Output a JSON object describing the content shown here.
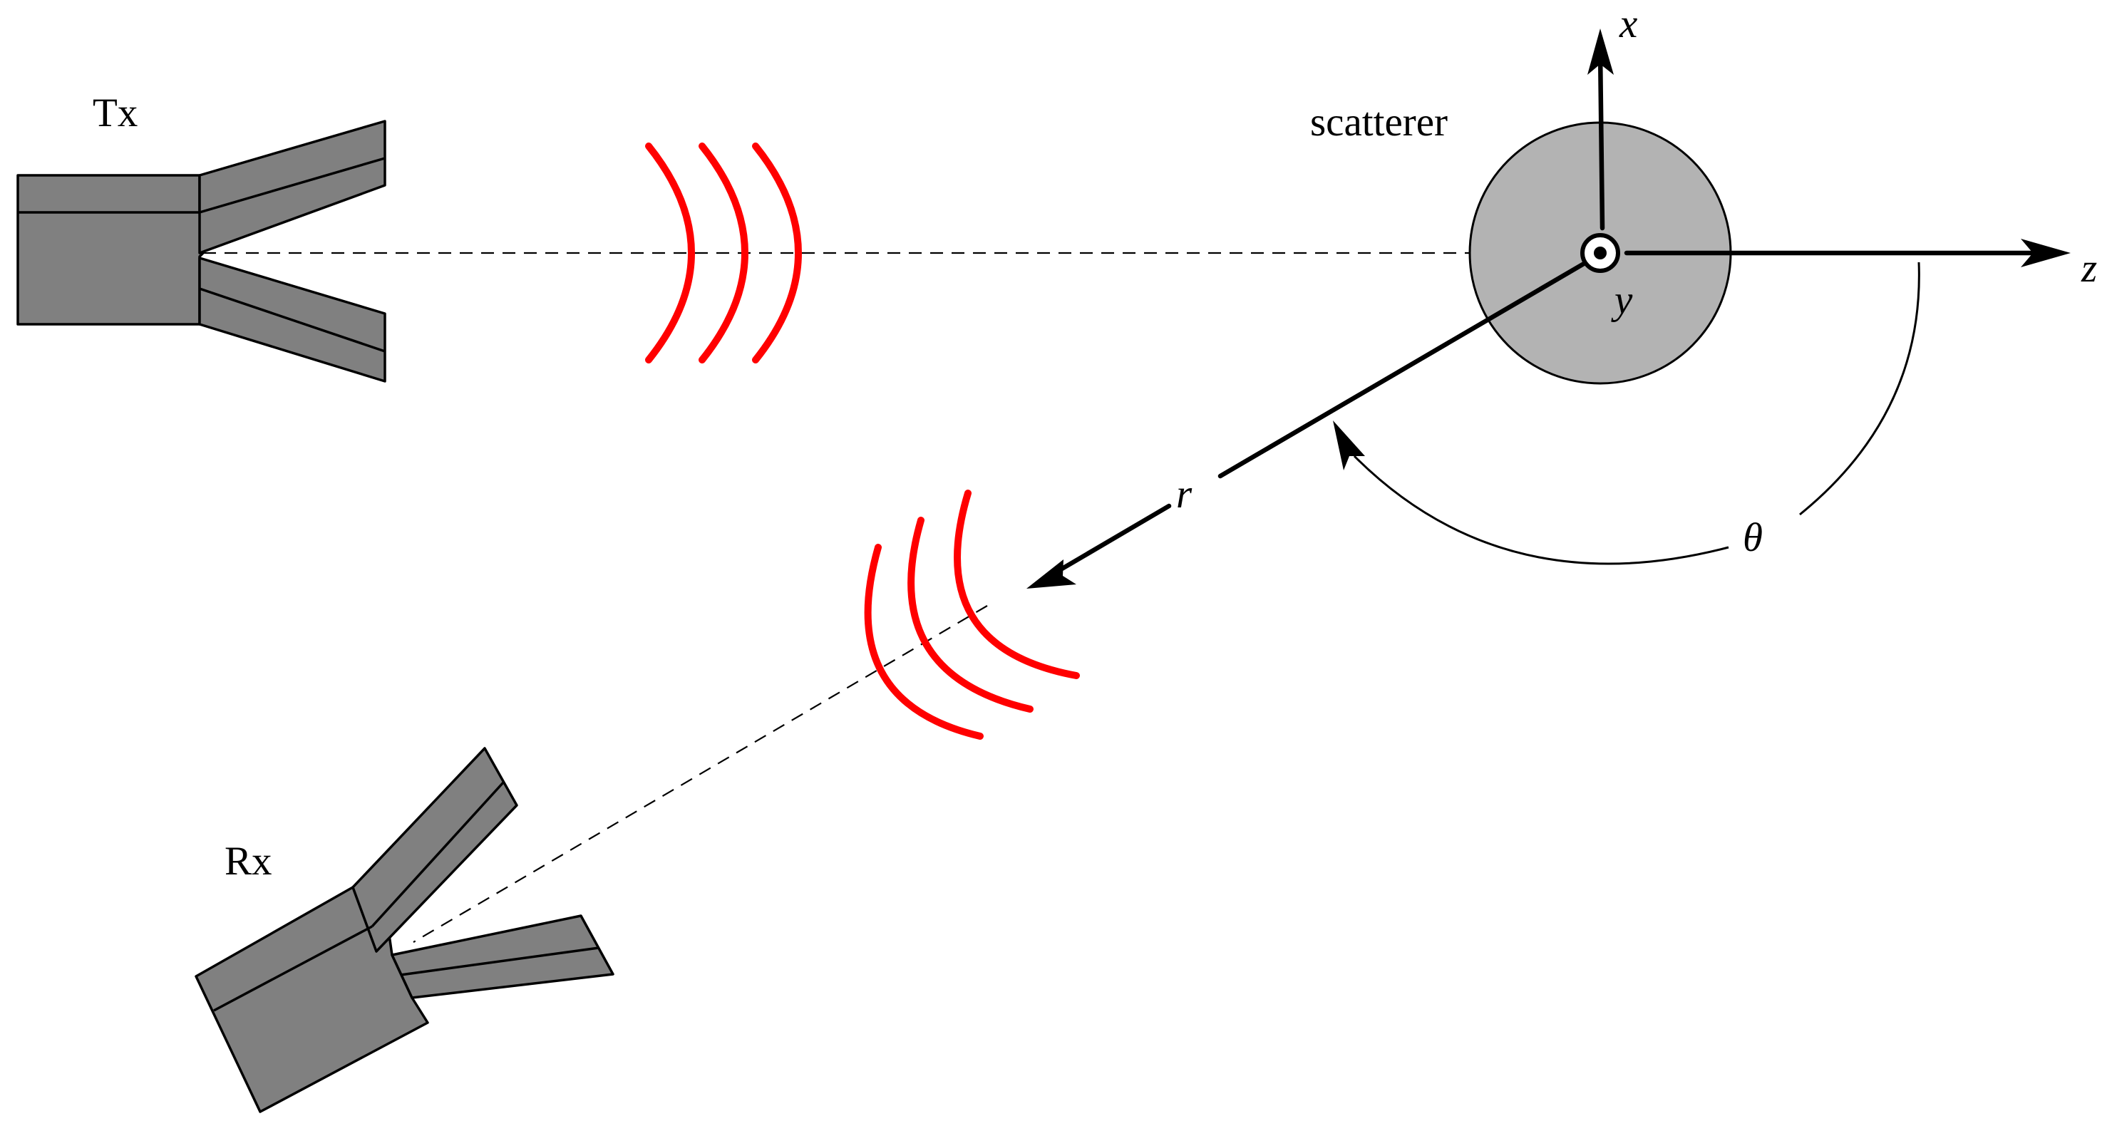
{
  "labels": {
    "tx": "Tx",
    "rx": "Rx",
    "scatterer": "scatterer",
    "axis_x": "x",
    "axis_y": "y",
    "axis_z": "z",
    "distance": "r",
    "angle": "θ"
  },
  "colors": {
    "horn_fill": "#808080",
    "scatterer_fill": "#b3b3b3",
    "wave": "#ff0000",
    "line": "#000000",
    "background": "#ffffff"
  },
  "icons": {
    "y_axis_symbol": "out-of-page-dot-circle"
  }
}
